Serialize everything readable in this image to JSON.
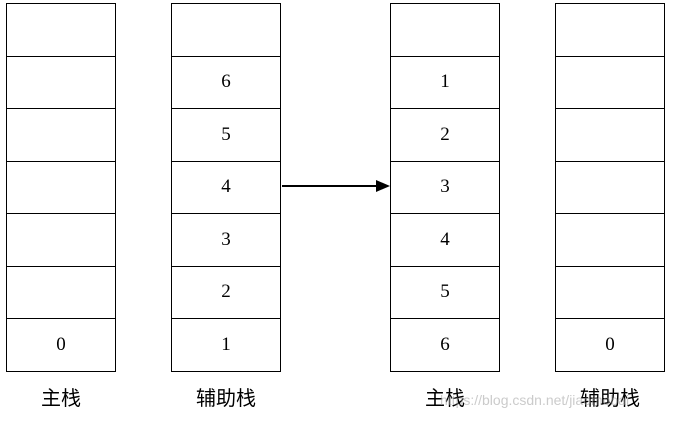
{
  "stacks": [
    {
      "label": "主栈",
      "cells": [
        "",
        "",
        "",
        "",
        "",
        "",
        "0"
      ]
    },
    {
      "label": "辅助栈",
      "cells": [
        "",
        "6",
        "5",
        "4",
        "3",
        "2",
        "1"
      ]
    },
    {
      "label": "主栈",
      "cells": [
        "",
        "1",
        "2",
        "3",
        "4",
        "5",
        "6"
      ]
    },
    {
      "label": "辅助栈",
      "cells": [
        "",
        "",
        "",
        "",
        "",
        "",
        "0"
      ]
    }
  ],
  "watermark": "https://blog.csdn.net/jiaomobai"
}
